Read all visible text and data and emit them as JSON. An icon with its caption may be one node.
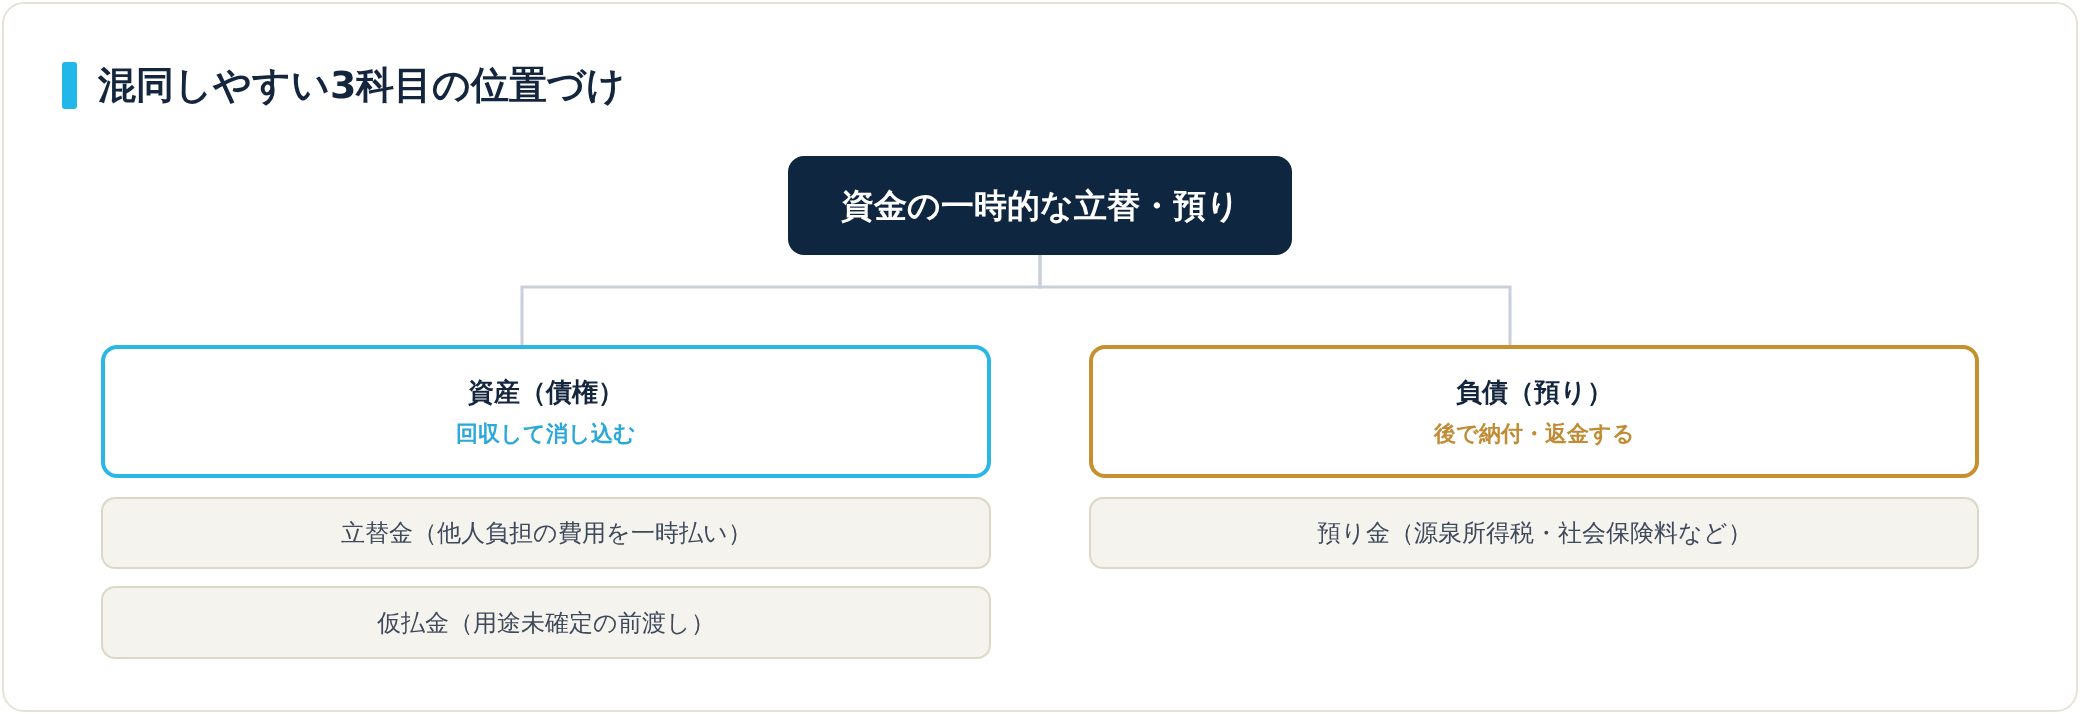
{
  "diagram": {
    "title": "混同しやすい3科目の位置づけ",
    "nodes": [
      {
        "text": [
          "資金の一時的な立替・預り"
        ]
      },
      {
        "text": [
          "資産（債権）",
          "回収して消し込む"
        ]
      },
      {
        "text": [
          "負債（預り）",
          "後で納付・返金する"
        ]
      },
      {
        "text": [
          "立替金（他人負担の費用を一時払い）"
        ]
      },
      {
        "text": [
          "仮払金（用途未確定の前渡し）"
        ]
      },
      {
        "text": [
          "預り金（源泉所得税・社会保険料など）"
        ]
      }
    ],
    "edges": [
      {
        "from": 0,
        "to": 1,
        "arrow": "none"
      },
      {
        "from": 0,
        "to": 2,
        "arrow": "none"
      }
    ]
  }
}
